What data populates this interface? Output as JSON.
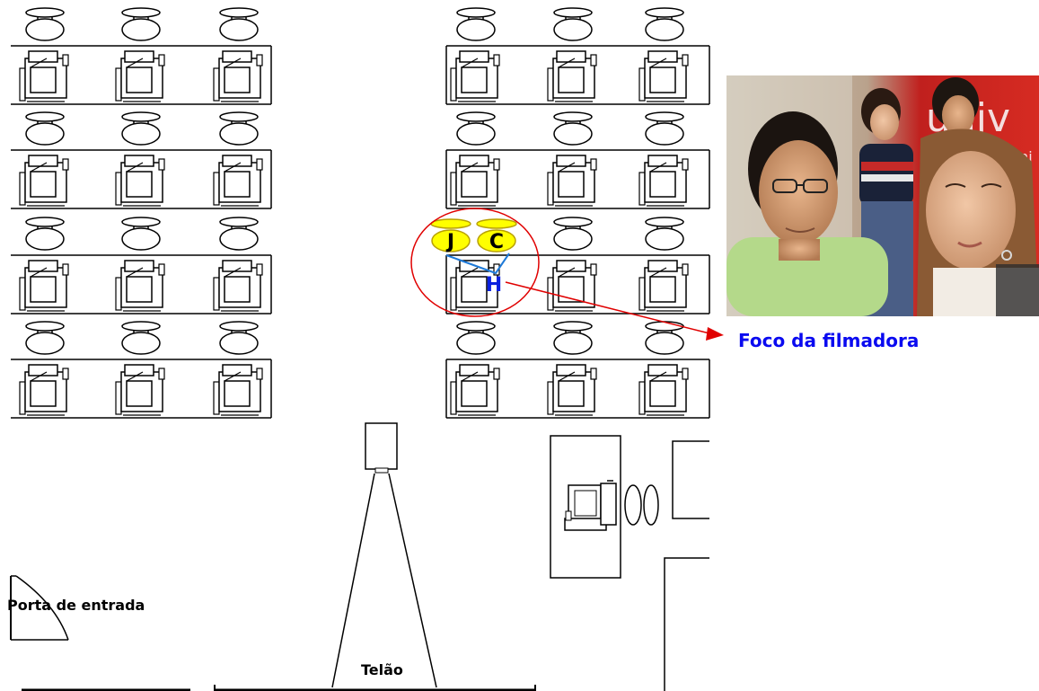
{
  "labels": {
    "door": "Porta de entrada",
    "screen": "Telão",
    "camera_focus": "Foco da filmadora"
  },
  "highlighted_seats": [
    {
      "letter": "J"
    },
    {
      "letter": "C"
    }
  ],
  "camera_marker": {
    "letter": "H"
  },
  "photo": {
    "banner_text_1": "univ",
    "banner_text_2": "uni"
  },
  "colors": {
    "highlight_fill": "#ffff00",
    "focus_circle": "#e00000",
    "focus_arrow": "#e00000",
    "camera_lines": "#1e7ad8",
    "camera_marker": "#0a20e0",
    "focus_label": "#0a0af0",
    "line": "#000000"
  },
  "icons": {
    "chair": "chair-icon",
    "computer": "computer-icon",
    "projector": "projector-icon",
    "door": "door-icon",
    "camera": "camera-icon"
  }
}
